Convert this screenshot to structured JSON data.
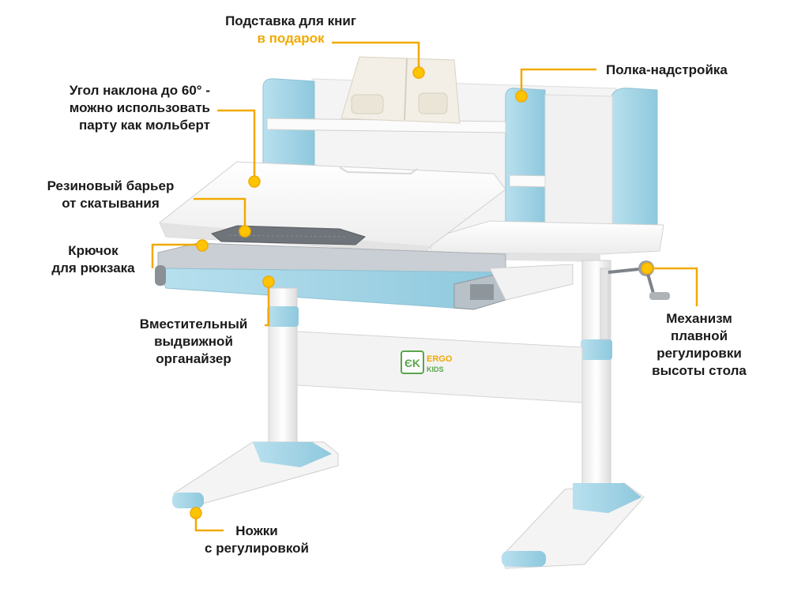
{
  "labels": {
    "book_stand": {
      "line1": "Подставка для книг",
      "line2": "в подарок"
    },
    "shelf": {
      "line1": "Полка-надстройка"
    },
    "tilt": {
      "line1": "Угол наклона до 60° -",
      "line2": "можно использовать",
      "line3": "парту как мольберт"
    },
    "barrier": {
      "line1": "Резиновый барьер",
      "line2": "от скатывания"
    },
    "hook": {
      "line1": "Крючок",
      "line2": "для рюкзака"
    },
    "organizer": {
      "line1": "Вместительный",
      "line2": "выдвижной",
      "line3": "органайзер"
    },
    "mechanism": {
      "line1": "Механизм",
      "line2": "плавной",
      "line3": "регулировки",
      "line4": "высоты стола"
    },
    "legs": {
      "line1": "Ножки",
      "line2": "с регулировкой"
    }
  },
  "logo": {
    "mark": "ЄK",
    "word1": "ERGO",
    "word2": "KIDS"
  },
  "colors": {
    "accent": "#f2a900",
    "marker": "#ffc400",
    "blue": "#a9d8e8",
    "blue_dark": "#7fbfd6",
    "white": "#f7f7f7",
    "gray": "#9aa0a6",
    "text": "#1a1a1a"
  }
}
